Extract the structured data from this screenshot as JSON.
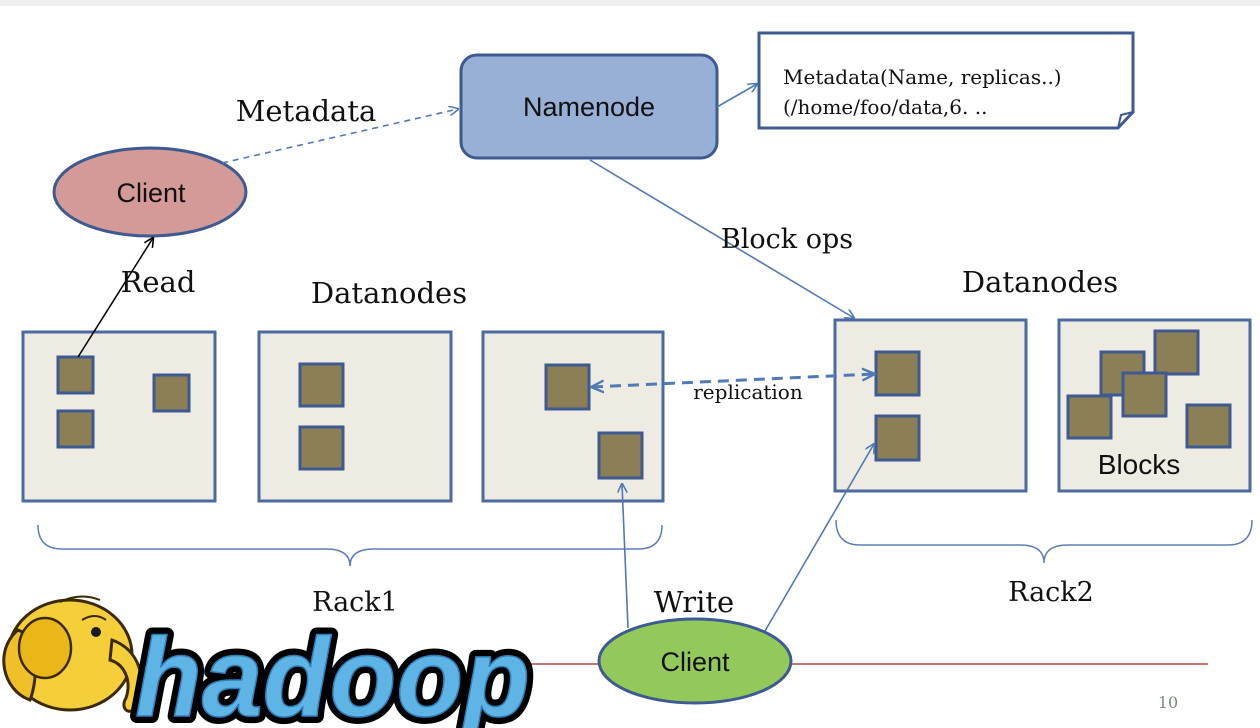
{
  "namenode": {
    "label": "Namenode"
  },
  "metadata_note": {
    "line1": "Metadata(Name, replicas..)",
    "line2": "(/home/foo/data,6. .."
  },
  "labels": {
    "metadata": "Metadata",
    "block_ops": "Block ops",
    "read": "Read",
    "write": "Write",
    "replication": "replication",
    "datanodes_left": "Datanodes",
    "datanodes_right": "Datanodes",
    "blocks": "Blocks",
    "rack1": "Rack1",
    "rack2": "Rack2"
  },
  "clients": {
    "top": "Client",
    "bottom": "Client"
  },
  "logo": {
    "text": "hadoop"
  },
  "page_number": "10",
  "colors": {
    "node_fill": "#eeebe3",
    "node_stroke": "#4a6aa0",
    "block_fill": "#8c7e55",
    "block_stroke": "#3d5a92",
    "namenode_fill": "#98b0d6",
    "client_top_fill": "#d39a97",
    "client_bottom_fill": "#93c95a",
    "arrow_blue": "#4f7ab5",
    "logo_blue": "#5fb4e6",
    "footer_rule": "#a02020"
  }
}
